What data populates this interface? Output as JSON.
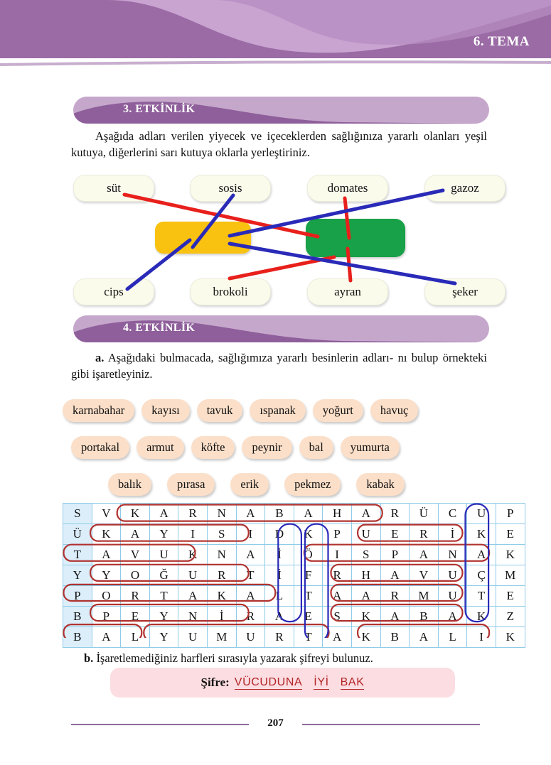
{
  "header": {
    "theme_label": "6. TEMA",
    "banner_color": "#9b6ba5",
    "banner_light": "#c9a4d1"
  },
  "activity3": {
    "badge": "3. ETKİNLİK",
    "instruction_line1": "Aşağıda adları verilen yiyecek ve içeceklerden sağlığınıza yararlı",
    "instruction_line2": "olanları yeşil kutuya, diğerlerini sarı kutuya oklarla yerleştiriniz.",
    "foods_top": [
      "süt",
      "sosis",
      "domates",
      "gazoz"
    ],
    "foods_bottom": [
      "cips",
      "brokoli",
      "ayran",
      "şeker"
    ],
    "yellow_box_color": "#f9c211",
    "green_box_color": "#18a148",
    "arrow_red_color": "#e8201c",
    "arrow_blue_color": "#2a2ab8",
    "connections": [
      {
        "from": "süt",
        "to": "green-box",
        "color": "#e8201c"
      },
      {
        "from": "sosis",
        "to": "yellow-box",
        "color": "#2a2ab8"
      },
      {
        "from": "domates",
        "to": "green-box",
        "color": "#e8201c"
      },
      {
        "from": "gazoz",
        "to": "yellow-box",
        "color": "#2a2ab8"
      },
      {
        "from": "cips",
        "to": "yellow-box",
        "color": "#2a2ab8"
      },
      {
        "from": "brokoli",
        "to": "green-box",
        "color": "#e8201c"
      },
      {
        "from": "ayran",
        "to": "green-box",
        "color": "#e8201c"
      },
      {
        "from": "şeker",
        "to": "yellow-box",
        "color": "#2a2ab8"
      }
    ]
  },
  "activity4": {
    "badge": "4. ETKİNLİK",
    "part_a_marker": "a.",
    "part_a_line1": "Aşağıdaki bulmacada, sağlığımıza yararlı besinlerin adları-",
    "part_a_line2": "nı bulup örnekteki gibi işaretleyiniz.",
    "word_bank_rows": [
      [
        "karnabahar",
        "kayısı",
        "tavuk",
        "ıspanak",
        "yoğurt",
        "havuç"
      ],
      [
        "portakal",
        "armut",
        "köfte",
        "peynir",
        "bal",
        "yumurta"
      ],
      [
        "balık",
        "pırasa",
        "erik",
        "pekmez",
        "kabak"
      ]
    ],
    "grid": [
      [
        "S",
        "V",
        "K",
        "A",
        "R",
        "N",
        "A",
        "B",
        "A",
        "H",
        "A",
        "R",
        "Ü",
        "C",
        "U",
        "P"
      ],
      [
        "Ü",
        "K",
        "A",
        "Y",
        "I",
        "S",
        "I",
        "D",
        "K",
        "P",
        "U",
        "E",
        "R",
        "İ",
        "K",
        "E"
      ],
      [
        "T",
        "A",
        "V",
        "U",
        "K",
        "N",
        "A",
        "İ",
        "Ö",
        "I",
        "S",
        "P",
        "A",
        "N",
        "A",
        "K"
      ],
      [
        "Y",
        "Y",
        "O",
        "Ğ",
        "U",
        "R",
        "T",
        "İ",
        "F",
        "R",
        "H",
        "A",
        "V",
        "U",
        "Ç",
        "M"
      ],
      [
        "P",
        "O",
        "R",
        "T",
        "A",
        "K",
        "A",
        "L",
        "T",
        "A",
        "A",
        "R",
        "M",
        "U",
        "T",
        "E"
      ],
      [
        "B",
        "P",
        "E",
        "Y",
        "N",
        "İ",
        "R",
        "A",
        "E",
        "S",
        "K",
        "A",
        "B",
        "A",
        "K",
        "Z"
      ],
      [
        "B",
        "A",
        "L",
        "Y",
        "U",
        "M",
        "U",
        "R",
        "T",
        "A",
        "K",
        "B",
        "A",
        "L",
        "I",
        "K"
      ]
    ],
    "grid_mark_red": "#b0322f",
    "grid_mark_blue": "#2a2ab8",
    "grid_line_color": "#8ecbe8",
    "found_words_red": [
      {
        "word": "KARNABAHAR",
        "row": 0,
        "col_start": 2,
        "col_end": 11
      },
      {
        "word": "KAYISI",
        "row": 1,
        "col_start": 1,
        "col_end": 6
      },
      {
        "word": "ERİK",
        "row": 1,
        "col_start": 11,
        "col_end": 14
      },
      {
        "word": "TAVUK",
        "row": 2,
        "col_start": 0,
        "col_end": 4
      },
      {
        "word": "ISPANAK",
        "row": 2,
        "col_start": 9,
        "col_end": 15
      },
      {
        "word": "YOĞURT",
        "row": 3,
        "col_start": 1,
        "col_end": 6
      },
      {
        "word": "HAVUÇ",
        "row": 3,
        "col_start": 10,
        "col_end": 14
      },
      {
        "word": "PORTAKAL",
        "row": 4,
        "col_start": 0,
        "col_end": 7
      },
      {
        "word": "ARMUT",
        "row": 4,
        "col_start": 10,
        "col_end": 14
      },
      {
        "word": "PEYNİR",
        "row": 5,
        "col_start": 1,
        "col_end": 6
      },
      {
        "word": "KABAK",
        "row": 5,
        "col_start": 10,
        "col_end": 14
      },
      {
        "word": "BAL",
        "row": 6,
        "col_start": 0,
        "col_end": 2
      },
      {
        "word": "YUMURTA",
        "row": 6,
        "col_start": 3,
        "col_end": 9
      },
      {
        "word": "BALIK",
        "row": 6,
        "col_start": 11,
        "col_end": 15
      }
    ],
    "found_words_blue": [
      {
        "word": "KÖFTE",
        "col": 8,
        "row_start": 1,
        "row_end": 5
      },
      {
        "word": "PIRASA",
        "col": 9,
        "row_start": 1,
        "row_end": 6
      },
      {
        "word": "PEKMEZ",
        "col": 15,
        "row_start": 0,
        "row_end": 5
      }
    ],
    "part_b_marker": "b.",
    "part_b_text": "İşaretlemediğiniz harfleri sırasıyla yazarak şifreyi bulunuz.",
    "sifre_label": "Şifre:",
    "sifre_answer_1": "VÜCUDUNA",
    "sifre_answer_2": "İYİ",
    "sifre_answer_3": "BAK",
    "sifre_box_color": "#fbdde2",
    "sifre_text_color": "#b32424"
  },
  "footer": {
    "page_number": "207",
    "rule_color": "#8e6b9c"
  }
}
